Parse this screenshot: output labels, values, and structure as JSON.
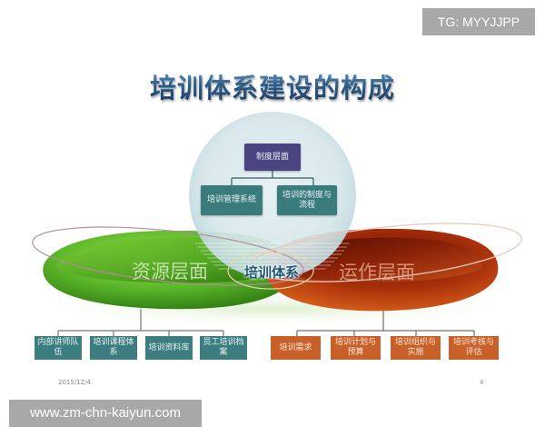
{
  "slide": {
    "title": "培训体系建设的构成",
    "center_label": "培训体系",
    "date": "2015/12/4",
    "page_number": "4"
  },
  "institution_layer": {
    "root": "制度层面",
    "children": [
      "培训管理系统",
      "培训的制度与流程"
    ]
  },
  "resource_layer": {
    "label": "资源层面",
    "color": "#5fb82e",
    "children": [
      "内部讲师队伍",
      "培训课程体系",
      "培训资料库",
      "员工培训档案"
    ]
  },
  "operation_layer": {
    "label": "运作层面",
    "color": "#b23a0c",
    "children": [
      "培训需求",
      "培训计划与预算",
      "培训组织与实施",
      "培训考核与评估"
    ]
  },
  "watermarks": {
    "top_right": "TG: MYYJJPP",
    "bottom_left": "www.zm-chn-kaiyun.com"
  },
  "colors": {
    "teal_box": "#3a7b7e",
    "purple_box": "#4a4480",
    "orange_box": "#c8602a",
    "title_blue": "#2d5e8c"
  }
}
